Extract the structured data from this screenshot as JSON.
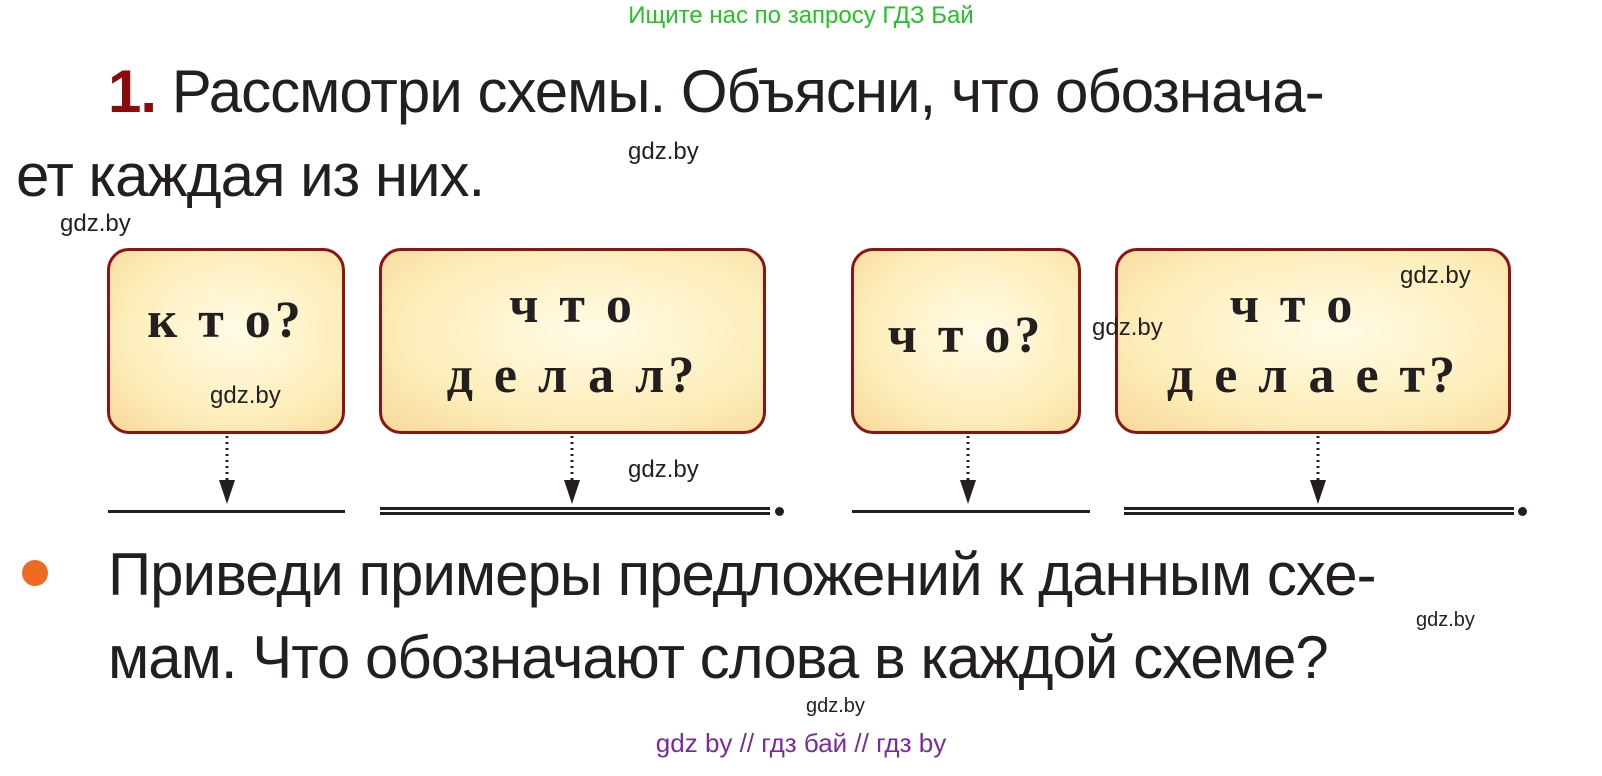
{
  "banner": "Ищите нас по запросу ГДЗ Бай",
  "task": {
    "number": "1.",
    "line1": "Рассмотри схемы. Объясни, что обознача-",
    "line2": "ет каждая из них."
  },
  "schemes": [
    {
      "lines": [
        "к т о?"
      ],
      "underline": "single",
      "end_dot": false
    },
    {
      "lines": [
        "ч т о",
        "д е л а л?"
      ],
      "underline": "double",
      "end_dot": true
    },
    {
      "lines": [
        "ч т о?"
      ],
      "underline": "single",
      "end_dot": false
    },
    {
      "lines": [
        "ч т о",
        "д е л а е т?"
      ],
      "underline": "double",
      "end_dot": true
    }
  ],
  "question": {
    "line1": "Приведи примеры предложений к данным схе-",
    "line2": "мам. Что обозначают слова в каждой схеме?"
  },
  "watermark": "gdz.by",
  "footer": "gdz by  //  гдз бай  //  гдз by",
  "colors": {
    "task_number": "#8b0a0a",
    "box_border": "#8b1414",
    "box_fill": "#fdeebb",
    "bullet": "#ee6a22",
    "banner": "#22c322",
    "footer": "#7b2a9a"
  }
}
